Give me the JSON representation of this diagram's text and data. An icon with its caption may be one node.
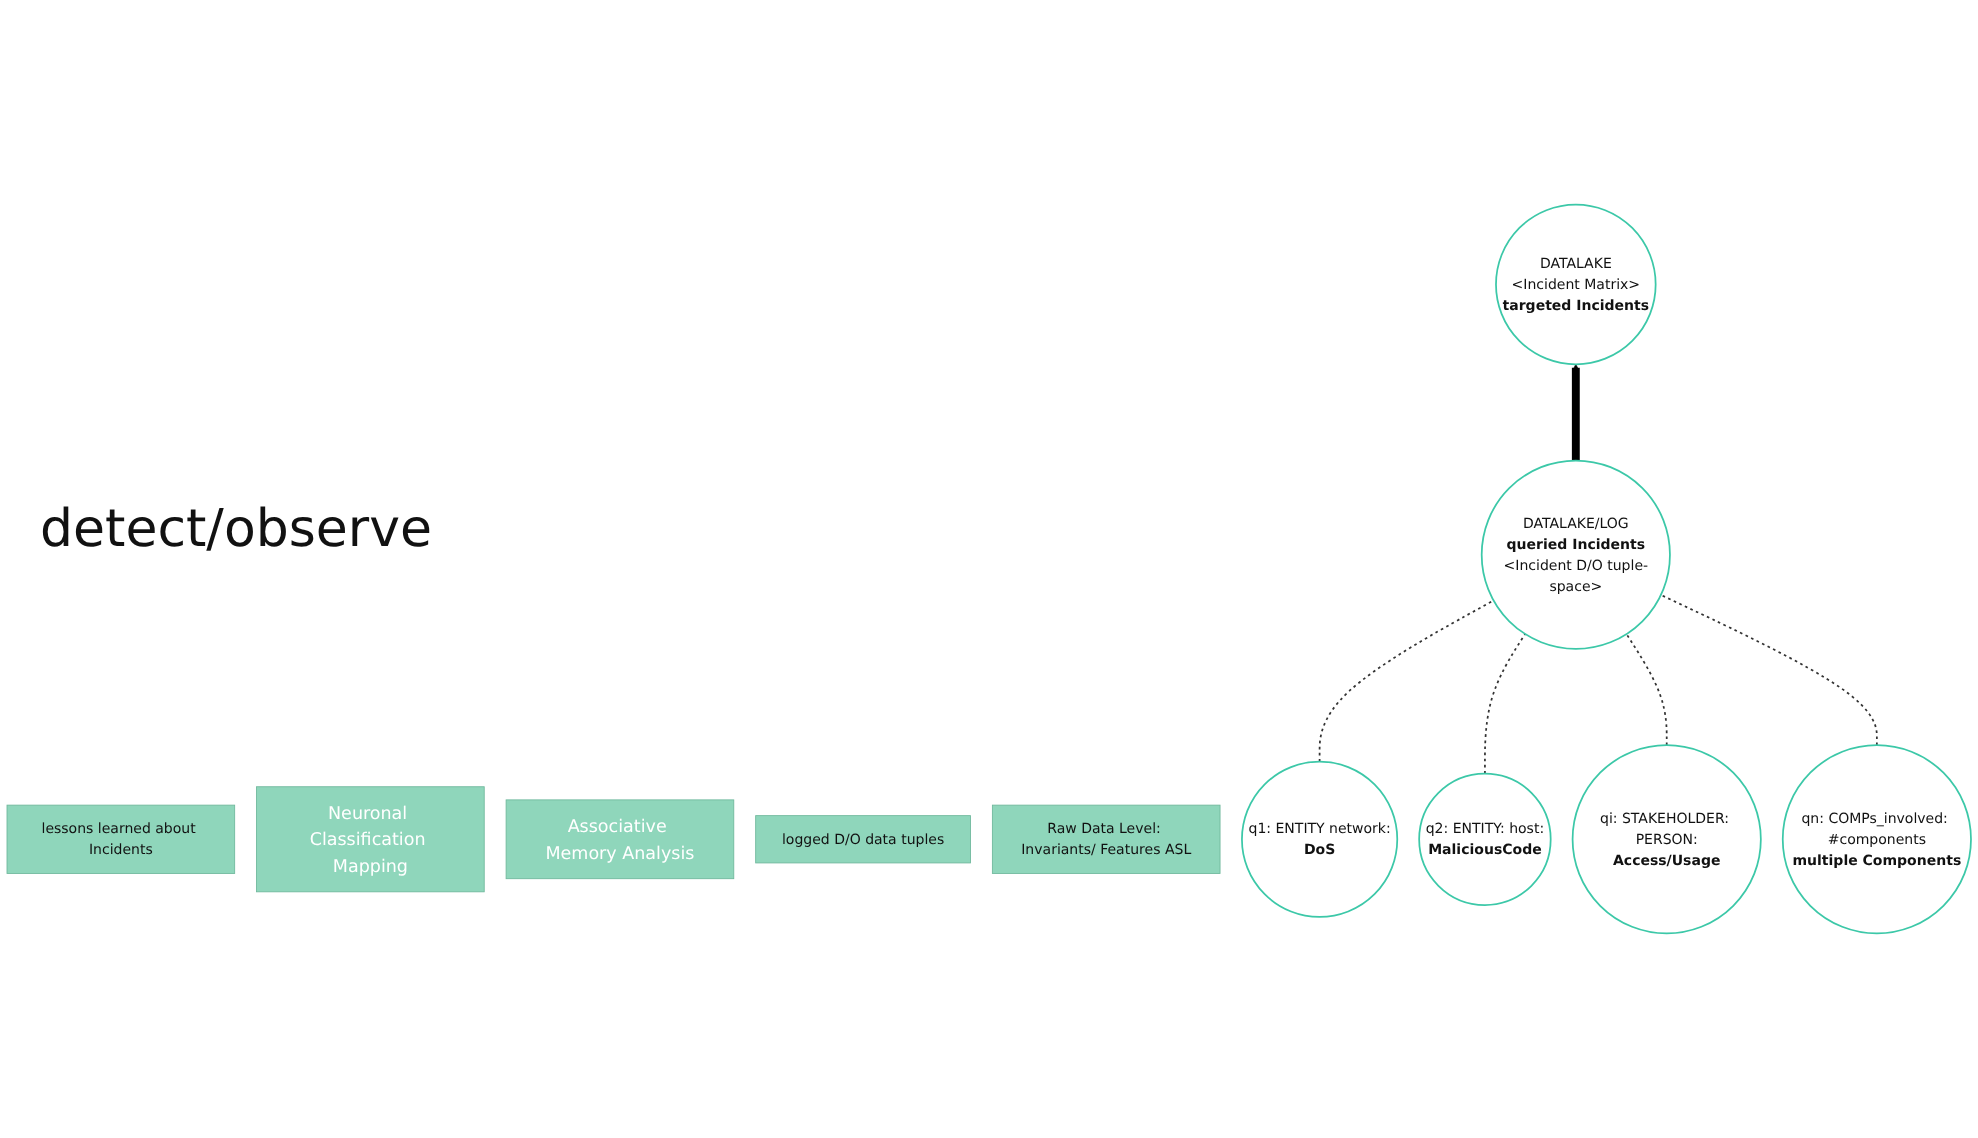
{
  "diagram": {
    "nodes": [
      {
        "text": [
          "lessons learned about Incidents"
        ]
      },
      {
        "text": [
          "DATALAKE",
          "<Incident Matrix>",
          "targeted Incidents"
        ]
      },
      {
        "text": [
          "Neuronal Classification Mapping"
        ]
      },
      {
        "text": [
          "Associative Memory Analysis"
        ]
      },
      {
        "text": [
          "logged D/O data tuples"
        ]
      },
      {
        "text": [
          "DATALAKE/LOG",
          "queried Incidents",
          "<Incident D/O tuple-space>"
        ]
      },
      {
        "text": [
          "Raw Data Level: Invariants/ Features ASL"
        ]
      },
      {
        "text": [
          "q1: ENTITY network:",
          "DoS"
        ]
      },
      {
        "text": [
          "q2: ENTITY: host:",
          "MaliciousCode"
        ]
      },
      {
        "text": [
          "qi: STAKEHOLDER: PERSON:",
          "Access/Usage"
        ]
      },
      {
        "text": [
          "qn: COMPs_involved: #components",
          "multiple Components"
        ]
      }
    ],
    "edges": [
      {
        "from": 5,
        "to": 1,
        "arrow": "to",
        "style": "thick",
        "color": "#000000"
      },
      {
        "from": 7,
        "to": 5,
        "arrow": "none",
        "style": "dashed"
      },
      {
        "from": 8,
        "to": 5,
        "arrow": "none",
        "style": "dashed"
      },
      {
        "from": 9,
        "to": 5,
        "arrow": "none",
        "style": "dashed"
      },
      {
        "from": 10,
        "to": 5,
        "arrow": "none",
        "style": "dashed"
      }
    ],
    "labels": [
      "detect/observe"
    ]
  }
}
